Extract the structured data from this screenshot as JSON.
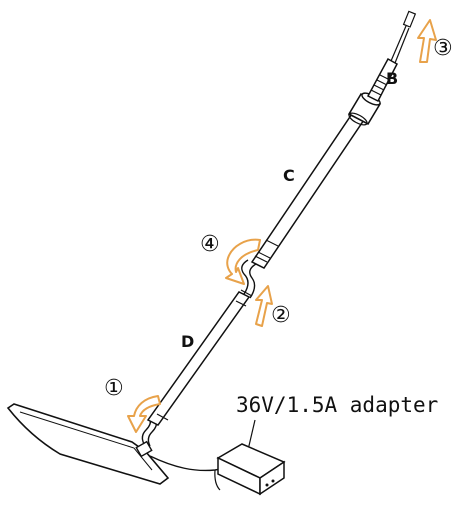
{
  "labels": {
    "part_b": "B",
    "part_c": "C",
    "part_d": "D"
  },
  "steps": {
    "step1": "①",
    "step2": "②",
    "step3": "③",
    "step4": "④"
  },
  "adapter_label": "36V/1.5A adapter",
  "colors": {
    "arrow_stroke": "#e8a24a",
    "arrow_fill": "#ffffff",
    "line": "#111111"
  },
  "icons": {
    "arrow_style": "orange-outline-arrow"
  }
}
